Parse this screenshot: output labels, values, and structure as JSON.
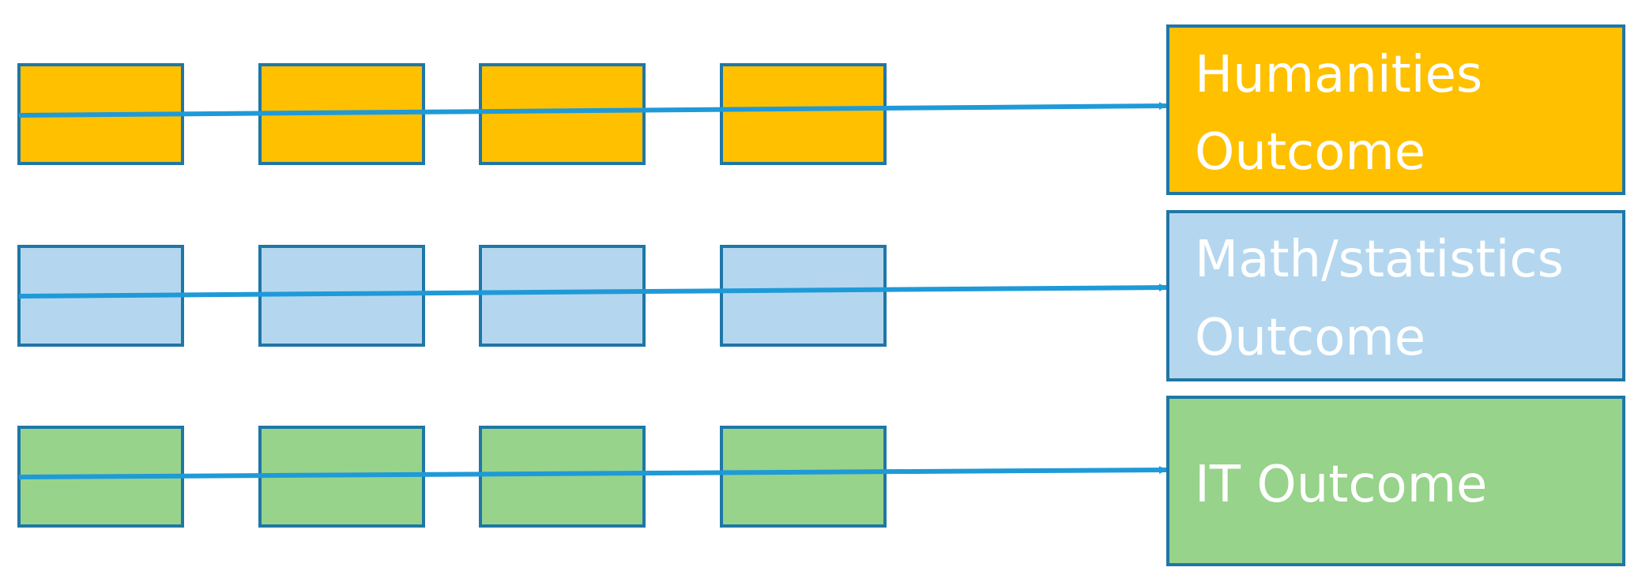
{
  "colors": {
    "border": "#1f77a6",
    "arrow": "#1f9ad8",
    "text": "#ffffff",
    "humanities": "#ffc000",
    "math": "#b4d7ef",
    "it": "#97d38a"
  },
  "rows": [
    {
      "id": "humanities",
      "fill": "#ffc000",
      "steps": 4,
      "outcome": {
        "lines": [
          "Humanities",
          "Outcome"
        ]
      }
    },
    {
      "id": "math",
      "fill": "#b4d7ef",
      "steps": 4,
      "outcome": {
        "lines": [
          "Math/statistics",
          "Outcome"
        ]
      }
    },
    {
      "id": "it",
      "fill": "#97d38a",
      "steps": 4,
      "outcome": {
        "lines": [
          "IT Outcome"
        ]
      }
    }
  ]
}
